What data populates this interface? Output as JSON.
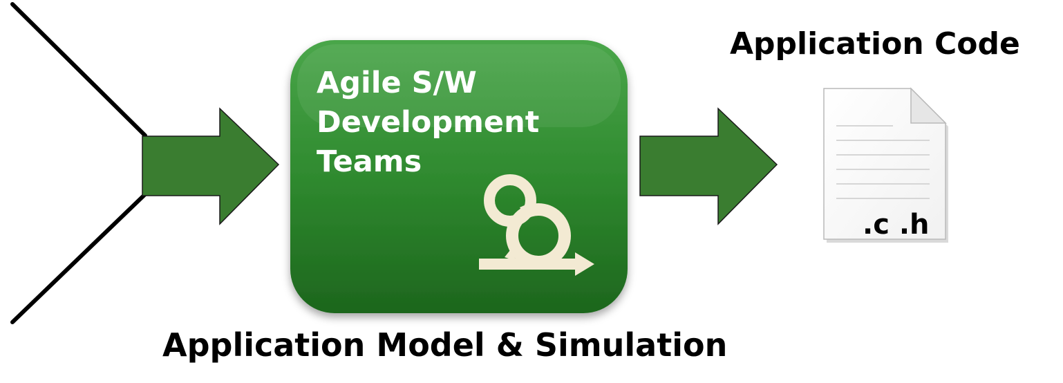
{
  "team_box": {
    "lines": [
      "Agile S/W",
      "Development",
      "Teams"
    ],
    "fill_top": "#44a044",
    "fill_bottom": "#1f6a1f"
  },
  "output": {
    "title": "Application Code",
    "file_label": ".c .h"
  },
  "input": {
    "label": "Application Model & Simulation"
  },
  "colors": {
    "arrow_fill": "#3a7d30",
    "arrow_stroke": "#1a1a1a",
    "agile_icon": "#f3ead3",
    "lines": "#000000"
  },
  "icons": [
    "agile-cycle-icon",
    "code-file-icon"
  ]
}
